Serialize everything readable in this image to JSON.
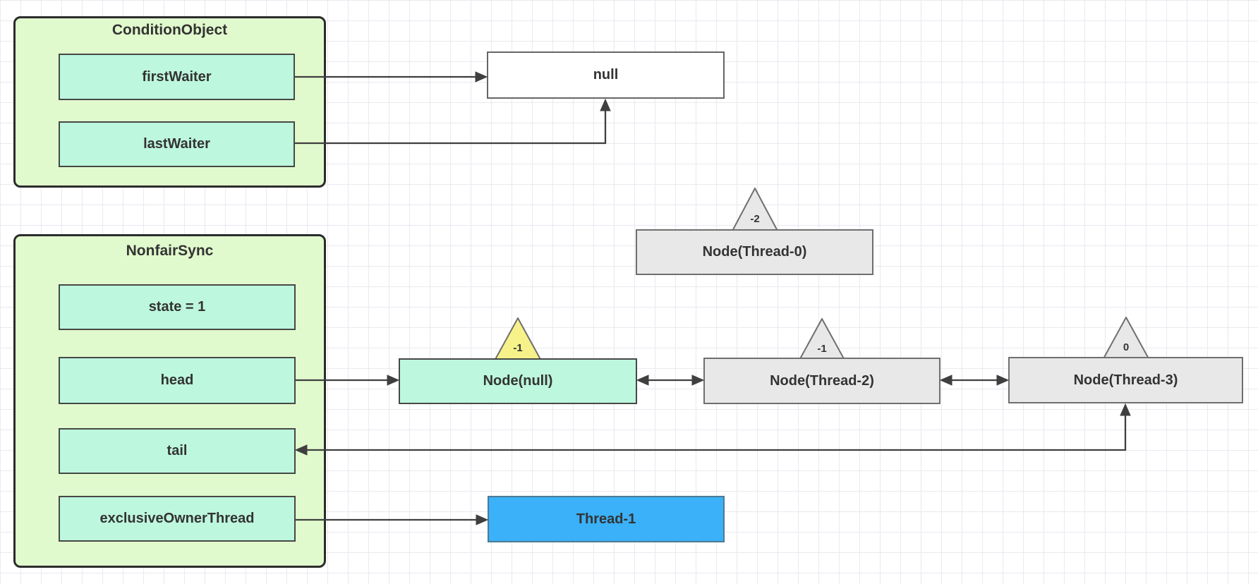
{
  "canvas": {
    "background": "#ffffff",
    "grid": "29px light squares"
  },
  "colors": {
    "group_fill": "#e1facd",
    "group_border": "#2b2b2b",
    "field_fill": "#bdf7de",
    "field_border": "#474747",
    "node_gray_fill": "#e8e8e8",
    "node_gray_border": "#6f6f6f",
    "triangle_yellow_fill": "#f6f289",
    "null_box_fill": "#ffffff",
    "thread_box_fill": "#3ab1f8",
    "arrow_color": "#3f3f3f",
    "text_color": "#333333"
  },
  "condition_object": {
    "title": "ConditionObject",
    "fields": [
      "firstWaiter",
      "lastWaiter"
    ]
  },
  "nonfair_sync": {
    "title": "NonfairSync",
    "fields": [
      "state = 1",
      "head",
      "tail",
      "exclusiveOwnerThread"
    ]
  },
  "null_box": {
    "label": "null"
  },
  "thread_box": {
    "label": "Thread-1"
  },
  "queue_nodes": [
    {
      "label": "Node(Thread-0)",
      "wait_status": "-2",
      "triangle": "gray"
    },
    {
      "label": "Node(null)",
      "wait_status": "-1",
      "triangle": "yellow"
    },
    {
      "label": "Node(Thread-2)",
      "wait_status": "-1",
      "triangle": "gray"
    },
    {
      "label": "Node(Thread-3)",
      "wait_status": "0",
      "triangle": "gray"
    }
  ],
  "connectors": [
    {
      "from": "firstWaiter",
      "to": "null",
      "type": "single"
    },
    {
      "from": "lastWaiter",
      "to": "null",
      "type": "single"
    },
    {
      "from": "head",
      "to": "Node(null)",
      "type": "single"
    },
    {
      "from": "Node(null)",
      "to": "Node(Thread-2)",
      "type": "double"
    },
    {
      "from": "Node(Thread-2)",
      "to": "Node(Thread-3)",
      "type": "double"
    },
    {
      "from": "tail",
      "to": "Node(Thread-3)",
      "type": "double"
    },
    {
      "from": "exclusiveOwnerThread",
      "to": "Thread-1",
      "type": "single"
    }
  ]
}
